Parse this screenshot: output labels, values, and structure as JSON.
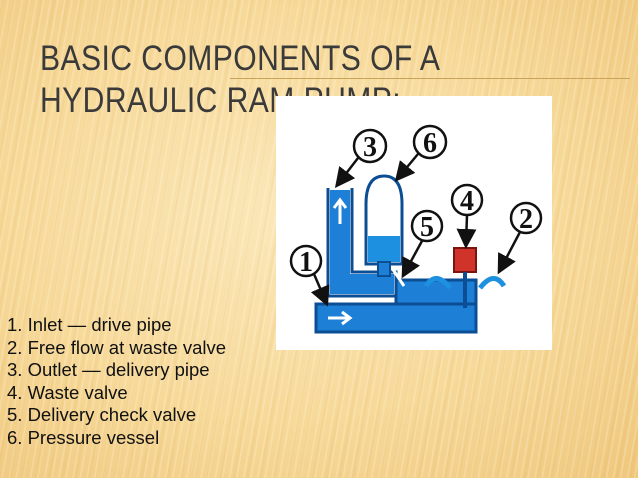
{
  "title": "BASIC COMPONENTS OF A HYDRAULIC RAM PUMP:-",
  "diagram": {
    "callouts": [
      "1",
      "2",
      "3",
      "4",
      "5",
      "6"
    ]
  },
  "components": [
    "1. Inlet — drive pipe",
    "2. Free flow at waste valve",
    "3. Outlet — delivery pipe",
    "4. Waste valve",
    "5. Delivery check valve",
    "6. Pressure vessel"
  ],
  "colors": {
    "pipe": "#1f6fc0",
    "pipe_dark": "#0b4e94",
    "water": "#1e90e0",
    "waste_valve": "#d0332a",
    "callout_stroke": "#111111"
  }
}
